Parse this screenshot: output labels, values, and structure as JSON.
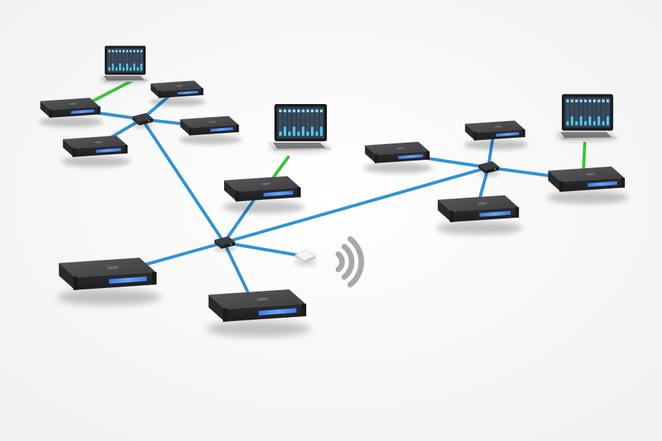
{
  "diagram": {
    "colors": {
      "background": "#ffffff",
      "ethernet_link": "#2f93d3",
      "computer_link": "#3cc23c",
      "device_body": "#4a4a4c",
      "device_front": "#333335",
      "device_display": "#4d8ef0",
      "switch_body": "#3e3e40",
      "wifi_signal": "#a8a8a8",
      "laptop_shell": "#d9d9dc",
      "laptop_screen_bg": "#2a3a4a",
      "laptop_screen_accent": "#55c8ec"
    },
    "legend": {},
    "groups": [
      {
        "name": "left-upper-cluster",
        "icon": "network-switch"
      },
      {
        "name": "center-main-cluster",
        "icon": "network-switch"
      },
      {
        "name": "right-cluster",
        "icon": "network-switch"
      }
    ],
    "icons": {
      "device": "audio-interface-rack-unit",
      "switch": "network-switch",
      "laptop": "laptop-computer",
      "router": "wireless-access-point",
      "signal": "wifi-signal"
    }
  }
}
